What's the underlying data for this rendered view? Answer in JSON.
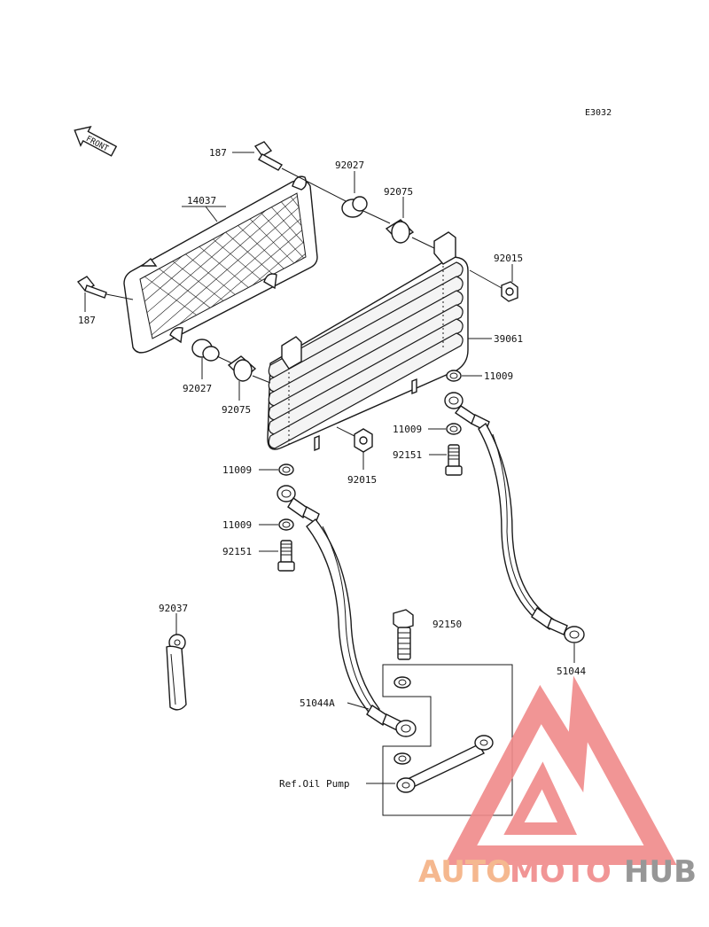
{
  "diagram_code": "E3032",
  "front_label": "FRONT",
  "reference_label": "Ref.Oil Pump",
  "part_labels": {
    "bolt_187_top": "187",
    "bolt_187_left": "187",
    "screen_14037": "14037",
    "collar_92027_top": "92027",
    "damper_92075_top": "92075",
    "nut_92015_right": "92015",
    "cooler_39061": "39061",
    "collar_92027_bottom": "92027",
    "damper_92075_bottom": "92075",
    "washer_11009_right_top": "11009",
    "washer_11009_right_mid": "11009",
    "bolt_92151_right": "92151",
    "nut_92015_bottom": "92015",
    "washer_11009_left_top": "11009",
    "washer_11009_left_mid": "11009",
    "bolt_92151_left": "92151",
    "band_92037": "92037",
    "bolt_92150": "92150",
    "hose_51044A": "51044A",
    "hose_51044": "51044"
  },
  "watermark": {
    "part1": "AUTO",
    "part2": "MOTO",
    "part3": "HUB",
    "color_orange": "#f5b183",
    "color_red": "#f08a8a",
    "color_gray": "#8c8c8c"
  }
}
